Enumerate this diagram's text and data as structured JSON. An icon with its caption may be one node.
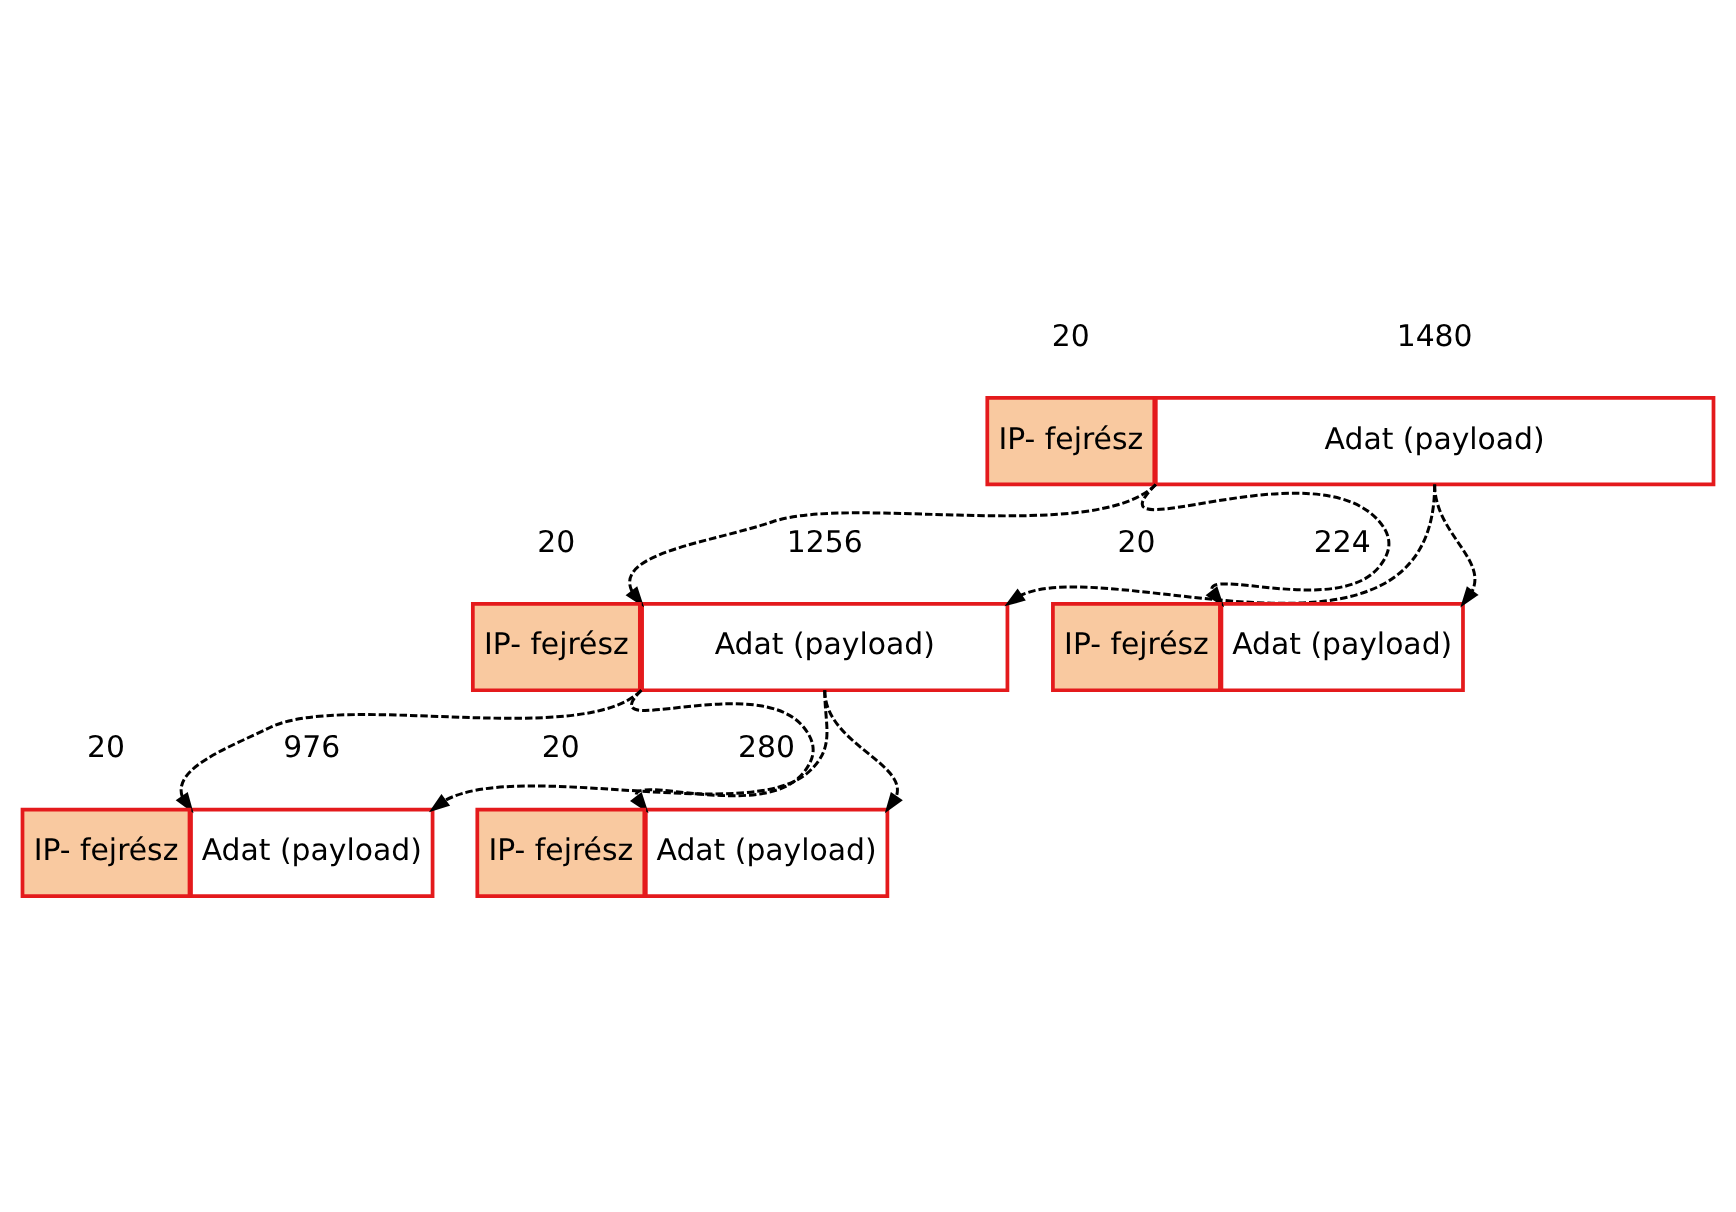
{
  "diagram": {
    "nodes": [
      {
        "text": [
          "IP- fejrész"
        ]
      },
      {
        "text": [
          "Adat (payload)"
        ]
      },
      {
        "text": [
          "IP- fejrész"
        ]
      },
      {
        "text": [
          "Adat (payload)"
        ]
      },
      {
        "text": [
          "IP- fejrész"
        ]
      },
      {
        "text": [
          "Adat (payload)"
        ]
      },
      {
        "text": [
          "IP- fejrész"
        ]
      },
      {
        "text": [
          "Adat (payload)"
        ]
      },
      {
        "text": [
          "IP- fejrész"
        ]
      },
      {
        "text": [
          "Adat (payload)"
        ]
      }
    ],
    "edges": [
      {
        "from": 1,
        "to": 3,
        "arrow": "to",
        "style": "dashed"
      },
      {
        "from": 1,
        "to": 3,
        "arrow": "to",
        "style": "dashed"
      },
      {
        "from": 1,
        "to": 5,
        "arrow": "to",
        "style": "dashed"
      },
      {
        "from": 1,
        "to": 5,
        "arrow": "to",
        "style": "dashed"
      },
      {
        "from": 3,
        "to": 7,
        "arrow": "to",
        "style": "dashed"
      },
      {
        "from": 3,
        "to": 7,
        "arrow": "to",
        "style": "dashed"
      },
      {
        "from": 3,
        "to": 9,
        "arrow": "to",
        "style": "dashed"
      },
      {
        "from": 3,
        "to": 9,
        "arrow": "to",
        "style": "dashed"
      }
    ],
    "labels": [
      "20",
      "1480",
      "20",
      "1256",
      "20",
      "224",
      "20",
      "976",
      "20",
      "280"
    ]
  }
}
